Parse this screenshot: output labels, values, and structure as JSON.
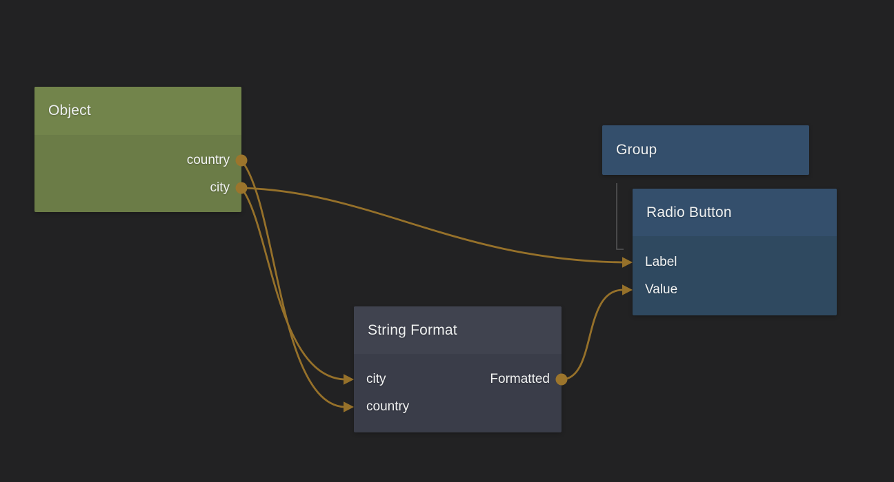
{
  "canvas": {
    "background": "#222223"
  },
  "palette": {
    "canvas_bg": "#222223",
    "wire": "#96712a",
    "port_dot": "#9c752c",
    "group_link_line": "#565657",
    "green_header": "#72844b",
    "green_body": "#6b7c47",
    "blue_header": "#344f6c",
    "blue_body": "#2f4960",
    "slate_header": "#40434f",
    "slate_body": "#3a3d49",
    "title_text": "#eef0f0",
    "port_text": "#f2f3f3"
  },
  "nodes": {
    "object": {
      "title": "Object",
      "outputs": [
        "country",
        "city"
      ]
    },
    "group": {
      "title": "Group"
    },
    "radio_button": {
      "title": "Radio Button",
      "inputs": [
        "Label",
        "Value"
      ]
    },
    "string_format": {
      "title": "String Format",
      "inputs": [
        "city",
        "country"
      ],
      "outputs": [
        "Formatted"
      ]
    }
  },
  "connections": [
    {
      "from": "Object.country",
      "to": "String Format.country",
      "kind": "wire"
    },
    {
      "from": "Object.city",
      "to": "String Format.city",
      "kind": "wire"
    },
    {
      "from": "Object.city",
      "to": "Radio Button.Label",
      "kind": "wire"
    },
    {
      "from": "String Format.Formatted",
      "to": "Radio Button.Value",
      "kind": "wire"
    },
    {
      "from": "Group",
      "to": "Radio Button",
      "kind": "group-link"
    }
  ]
}
